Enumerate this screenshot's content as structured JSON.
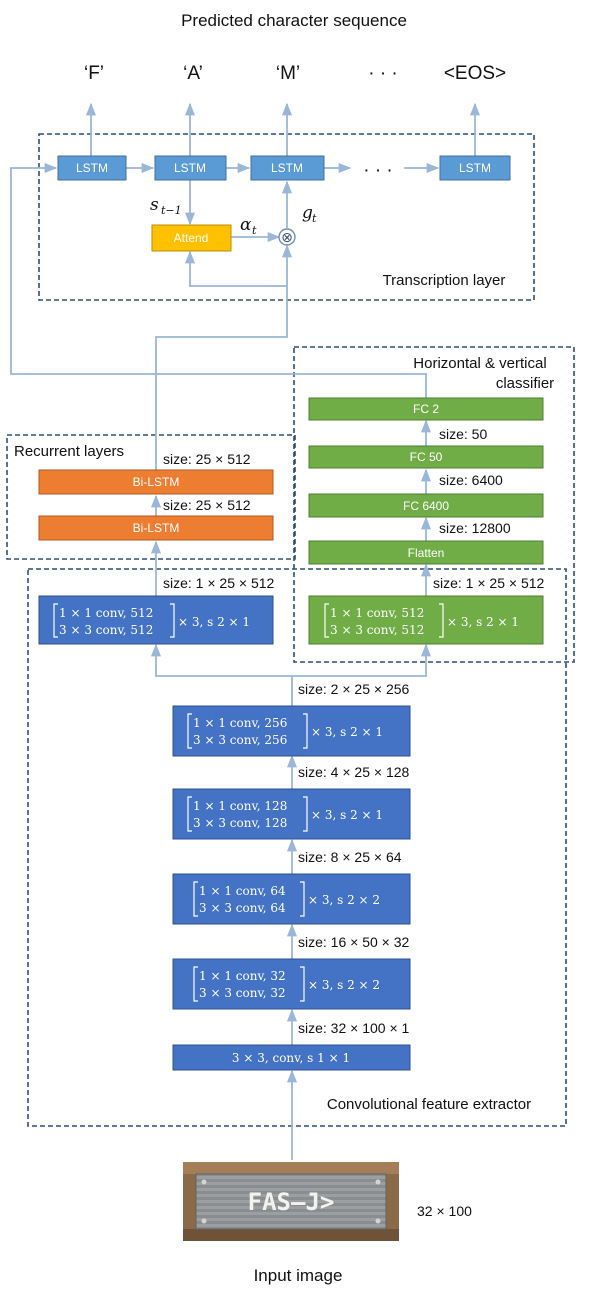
{
  "title": "Predicted character sequence",
  "outputs": [
    "‘F’",
    "‘A’",
    "‘M’",
    "· · ·",
    "<EOS>"
  ],
  "transcription": {
    "label": "Transcription layer",
    "lstm_label": "LSTM",
    "lstm_dots": "· · ·",
    "attend_label": "Attend",
    "s_symbol": "s",
    "s_sub": "t−1",
    "alpha_symbol": "α",
    "alpha_sub": "t",
    "g_symbol": "g",
    "g_sub": "t",
    "multiply": "⊗"
  },
  "recurrent": {
    "label": "Recurrent layers",
    "bilstm_label": "Bi-LSTM",
    "size_top": "size: 25 × 512",
    "size_mid": "size: 25 × 512"
  },
  "classifier": {
    "label_line1": "Horizontal & vertical",
    "label_line2": "classifier",
    "fc2": "FC 2",
    "fc50": "FC 50",
    "fc6400": "FC 6400",
    "flatten": "Flatten",
    "size_fc2": "size: 50",
    "size_fc50": "size: 6400",
    "size_fc6400": "size: 12800",
    "size_in": "size: 1 × 25 × 512",
    "block": {
      "l1": "1 × 1 conv, 512",
      "l2": "3 × 3 conv, 512",
      "suffix": "× 3, s 2 × 1"
    }
  },
  "extractor": {
    "label": "Convolutional feature extractor",
    "size_left": "size: 1 × 25 × 512",
    "block_left": {
      "l1": "1 × 1 conv, 512",
      "l2": "3 × 3 conv, 512",
      "suffix": "× 3, s 2 × 1"
    },
    "size_256": "size: 2 × 25 × 256",
    "block_256": {
      "l1": "1 × 1 conv, 256",
      "l2": "3 × 3 conv, 256",
      "suffix": "× 3, s 2 × 1"
    },
    "size_128": "size: 4 × 25 × 128",
    "block_128": {
      "l1": "1 × 1 conv, 128",
      "l2": "3 × 3 conv, 128",
      "suffix": "× 3, s 2 × 1"
    },
    "size_64": "size: 8 × 25 × 64",
    "block_64": {
      "l1": "1 × 1 conv, 64",
      "l2": "3 × 3 conv, 64",
      "suffix": "× 3, s 2 × 2"
    },
    "size_32": "size: 16 × 50 × 32",
    "block_32": {
      "l1": "1 × 1 conv, 32",
      "l2": "3 × 3 conv, 32",
      "suffix": "× 3, s 2 × 2"
    },
    "size_input": "size: 32 × 100 × 1",
    "first_conv": "3 × 3, conv,  s 1 × 1"
  },
  "input": {
    "sign_text": "FAS–J>",
    "dims": "32 × 100",
    "caption": "Input image"
  },
  "colors": {
    "conv_blue": "#4472c4",
    "lstm_blue": "#5b9bd5",
    "orange": "#ed7d31",
    "green": "#70ad47",
    "yellow": "#ffc000",
    "connector": "#9ab6d9",
    "dashed_border": "#2f4f77"
  }
}
